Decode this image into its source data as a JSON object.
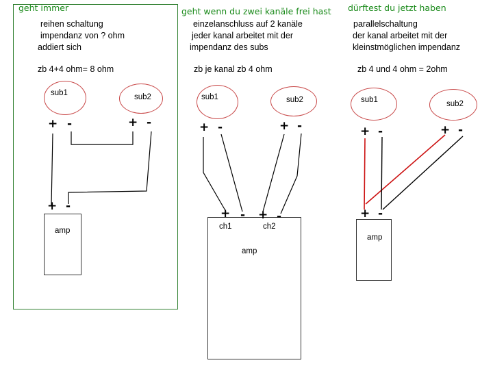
{
  "colors": {
    "heading": "#1a8a1a",
    "frame": "#2f7f2f",
    "sub_outline": "#c84848",
    "wire_red": "#cc1111",
    "wire_black": "#000000"
  },
  "panels": [
    {
      "heading": "geht immer",
      "lines": [
        "reihen schaltung",
        "impendanz von ? ohm",
        "addiert sich"
      ],
      "example": "zb 4+4 ohm= 8 ohm",
      "subs": [
        "sub1",
        "sub2"
      ],
      "amp_label": "amp"
    },
    {
      "heading": "geht wenn du zwei kanäle frei hast",
      "lines": [
        "einzelanschluss auf 2 kanäle",
        "jeder kanal arbeitet mit der",
        "impendanz des subs"
      ],
      "example": "zb je kanal zb 4 ohm",
      "subs": [
        "sub1",
        "sub2"
      ],
      "amp_label": "amp",
      "channels": [
        "ch1",
        "ch2"
      ]
    },
    {
      "heading": "dürftest du jetzt haben",
      "lines": [
        "parallelschaltung",
        "der kanal arbeitet mit der",
        "kleinstmöglichen impendanz"
      ],
      "example": "zb  4 und 4 ohm = 2ohm",
      "subs": [
        "sub1",
        "sub2"
      ],
      "amp_label": "amp"
    }
  ],
  "terminals": {
    "plus": "+",
    "minus": "-"
  }
}
